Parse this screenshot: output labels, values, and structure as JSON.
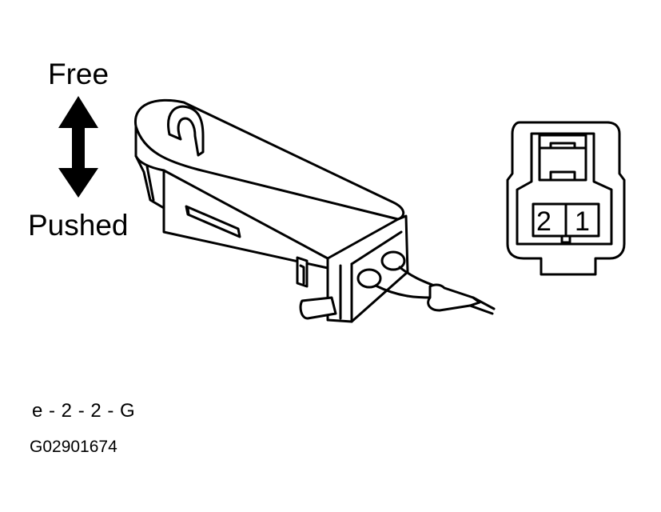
{
  "labels": {
    "free": "Free",
    "pushed": "Pushed"
  },
  "connector": {
    "pin_left": "2",
    "pin_right": "1"
  },
  "caption": {
    "code": "e - 2 - 2 - G",
    "figure_id": "G02901674"
  },
  "icons": {
    "direction": "double-vertical-arrow-icon",
    "switch": "switch-assembly-icon",
    "connector": "connector-face-icon"
  },
  "colors": {
    "line": "#000000",
    "background": "#ffffff"
  }
}
